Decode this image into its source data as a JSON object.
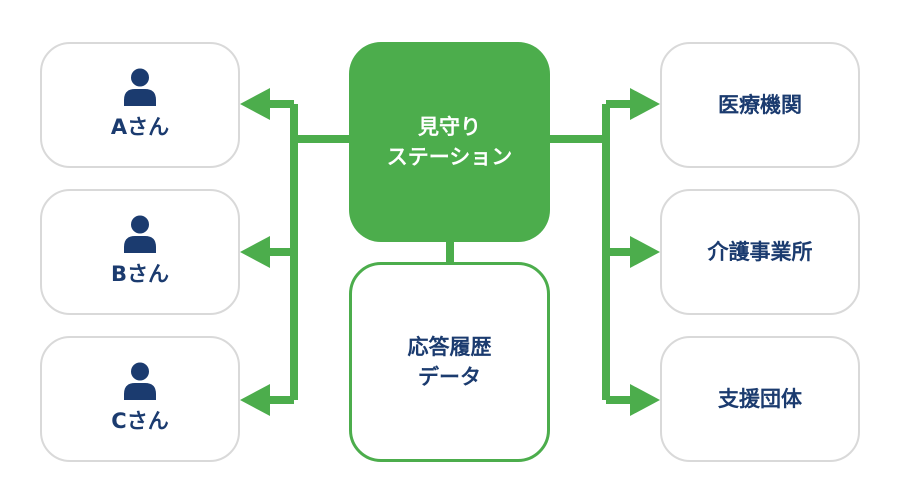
{
  "colors": {
    "green": "#4cad4c",
    "navy": "#1b3b6f",
    "border": "#d9d9d9"
  },
  "center": {
    "line1": "見守り",
    "line2": "ステーション"
  },
  "history": {
    "line1": "応答履歴",
    "line2": "データ"
  },
  "people": [
    {
      "label": "Aさん",
      "icon": "person-icon"
    },
    {
      "label": "Bさん",
      "icon": "person-icon"
    },
    {
      "label": "Cさん",
      "icon": "person-icon"
    }
  ],
  "orgs": [
    {
      "label": "医療機関"
    },
    {
      "label": "介護事業所"
    },
    {
      "label": "支援団体"
    }
  ]
}
